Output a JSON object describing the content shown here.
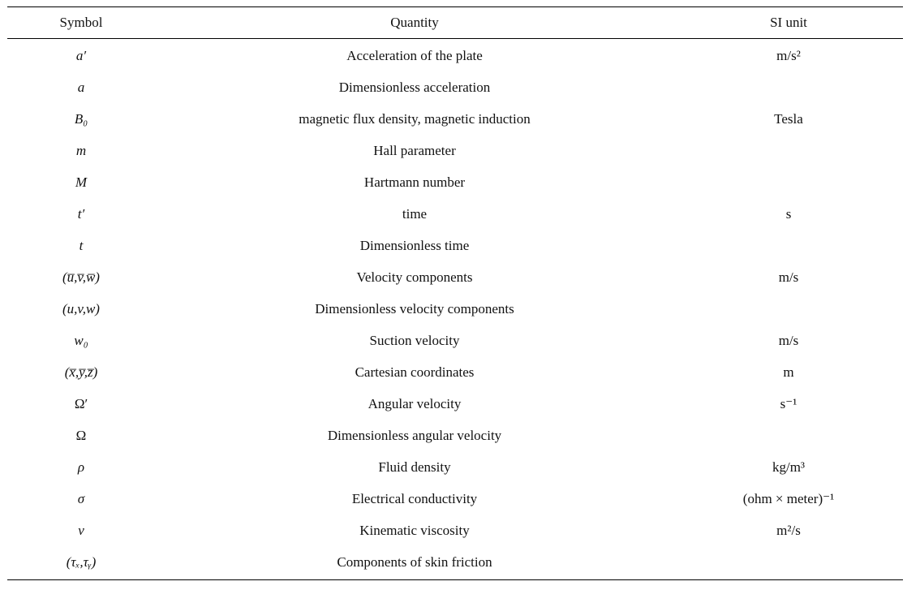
{
  "table": {
    "headers": {
      "symbol": "Symbol",
      "quantity": "Quantity",
      "unit": "SI unit"
    },
    "rows": [
      {
        "symbol": "a′",
        "quantity": "Acceleration of the plate",
        "unit": "m/s²"
      },
      {
        "symbol": "a",
        "quantity": "Dimensionless acceleration",
        "unit": ""
      },
      {
        "symbol": "B₀",
        "quantity": "magnetic flux density, magnetic induction",
        "unit": "Tesla"
      },
      {
        "symbol": "m",
        "quantity": "Hall parameter",
        "unit": ""
      },
      {
        "symbol": "M",
        "quantity": "Hartmann number",
        "unit": ""
      },
      {
        "symbol": "t′",
        "quantity": "time",
        "unit": "s"
      },
      {
        "symbol": "t",
        "quantity": "Dimensionless time",
        "unit": ""
      },
      {
        "symbol": "(u̅,v̅,w̅)",
        "quantity": "Velocity components",
        "unit": "m/s"
      },
      {
        "symbol": "(u,v,w)",
        "quantity": "Dimensionless velocity components",
        "unit": ""
      },
      {
        "symbol": "w₀",
        "quantity": "Suction velocity",
        "unit": "m/s"
      },
      {
        "symbol": "(x̅,y̅,z̅)",
        "quantity": "Cartesian coordinates",
        "unit": "m"
      },
      {
        "symbol": "Ω′",
        "quantity": "Angular velocity",
        "unit": "s⁻¹"
      },
      {
        "symbol": "Ω",
        "quantity": "Dimensionless angular velocity",
        "unit": ""
      },
      {
        "symbol": "ρ",
        "quantity": "Fluid density",
        "unit": "kg/m³"
      },
      {
        "symbol": "σ",
        "quantity": "Electrical conductivity",
        "unit": "(ohm × meter)⁻¹"
      },
      {
        "symbol": "ν",
        "quantity": "Kinematic viscosity",
        "unit": "m²/s"
      },
      {
        "symbol": "(τₓ,τᵧ)",
        "quantity": "Components of skin friction",
        "unit": ""
      }
    ]
  }
}
